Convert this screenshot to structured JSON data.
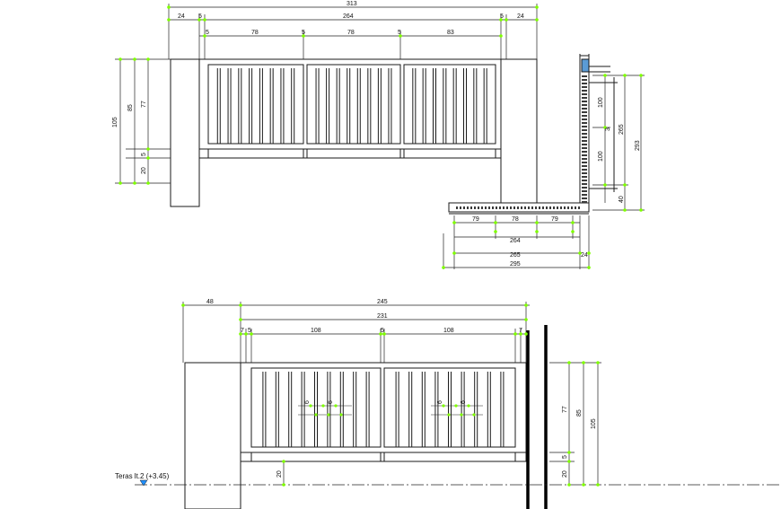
{
  "colors": {
    "line": "#1a1a1a",
    "dim": "#222222",
    "tick": "#7fff00",
    "hatch": "#3a3a3a",
    "marker": "#1e90ff"
  },
  "elevation_top": {
    "overall": "313",
    "segments_top": [
      "24",
      "5",
      "264",
      "5",
      "24"
    ],
    "segments_inner": [
      "5",
      "78",
      "5",
      "78",
      "5",
      "83"
    ],
    "vertical_left": [
      "105",
      "85",
      "77",
      "5",
      "20"
    ]
  },
  "section": {
    "vertical_right_inner": [
      "100",
      "3",
      "100"
    ],
    "vertical_right_outer": [
      "265",
      "293",
      "40"
    ],
    "horizontal_bottom_inner": [
      "79",
      "78",
      "79"
    ],
    "horizontal_bottom": [
      "264",
      "265",
      "24",
      "295"
    ]
  },
  "elevation_bottom": {
    "overall_left": "48",
    "overall": "245",
    "inner_total": "231",
    "segments": [
      "7",
      "5",
      "108",
      "5",
      "108",
      "7"
    ],
    "vertical_right": [
      "77",
      "85",
      "105",
      "5",
      "20"
    ],
    "vertical_left": [
      "20"
    ],
    "small_center": [
      "6",
      "6"
    ],
    "level_label": "Teras lt.2 (+3.45)"
  }
}
